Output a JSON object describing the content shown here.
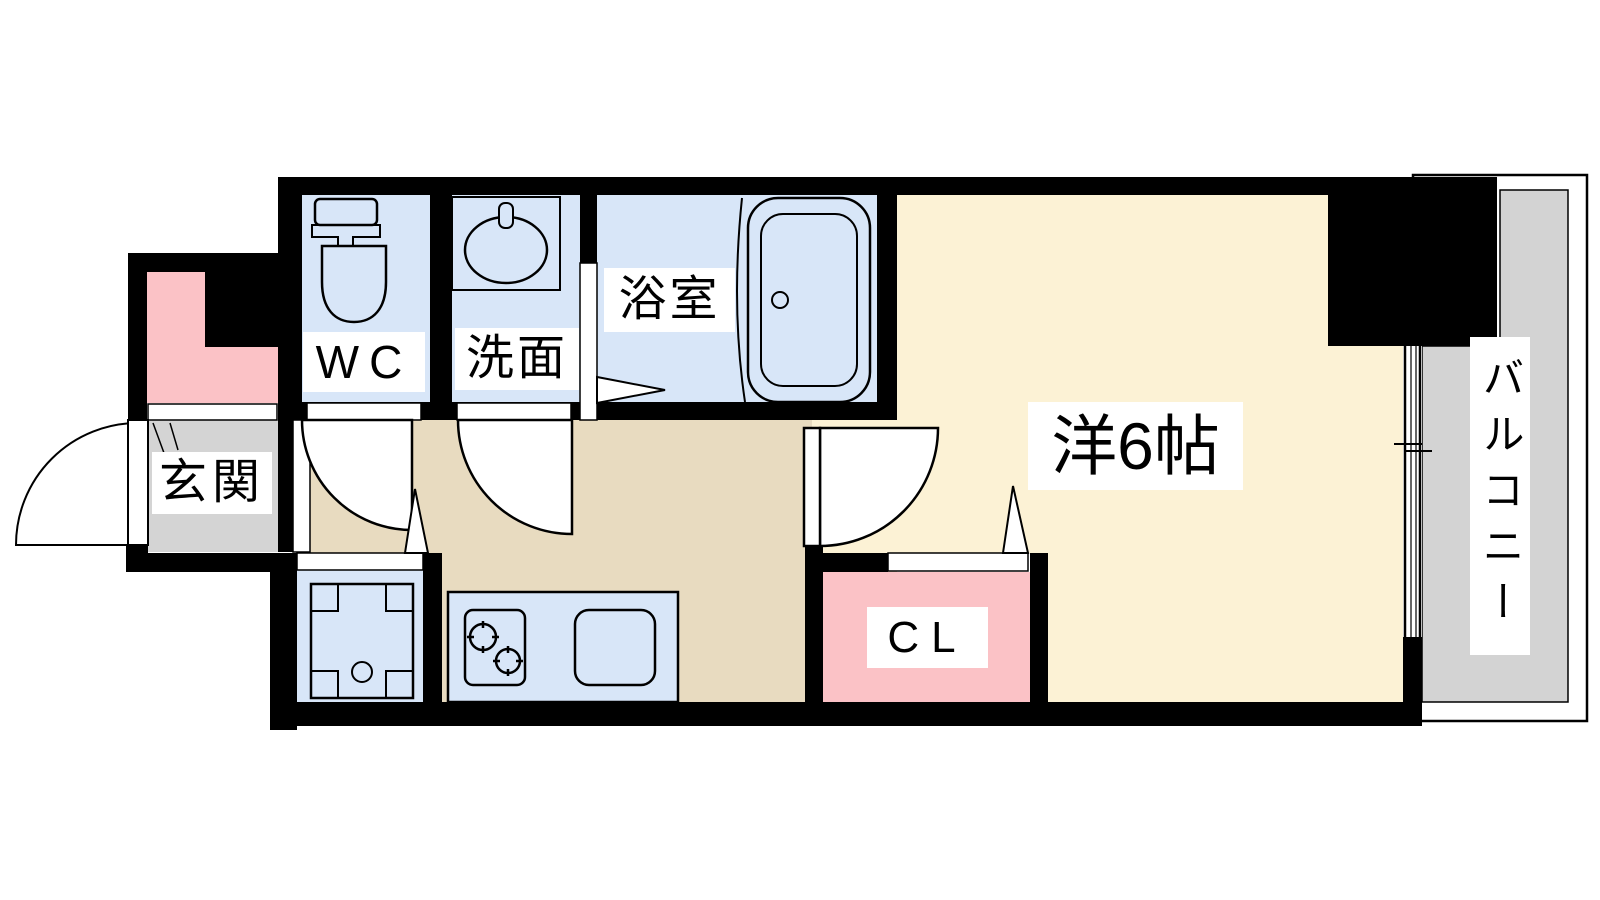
{
  "plan": {
    "labels": {
      "entrance": "玄関",
      "toilet": "WC",
      "washroom": "洗面",
      "bathroom": "浴室",
      "closet": "CL",
      "main_room": "洋6帖",
      "balcony": "バルコニー"
    },
    "colors": {
      "background": "#ffffff",
      "wall": "#000000",
      "line": "#000000",
      "wet_area_floor": "#d8e6f8",
      "hallway_floor": "#e8dbc0",
      "room_floor": "#fcf2d5",
      "closet_pink": "#fbc2c6",
      "entrance_gray": "#d4d4d4",
      "balcony_gray": "#d3d3d3"
    },
    "fixtures": {
      "toilet_icon": "toilet with tank",
      "washbasin_icon": "oval basin with faucet",
      "bathtub_icon": "bathtub",
      "laundry_pan_icon": "washing machine pan",
      "stove_icon": "two-burner stove",
      "kitchen_sink_icon": "kitchen sink",
      "window_icon": "sliding window to balcony",
      "door_icon": "door swing arcs"
    }
  }
}
